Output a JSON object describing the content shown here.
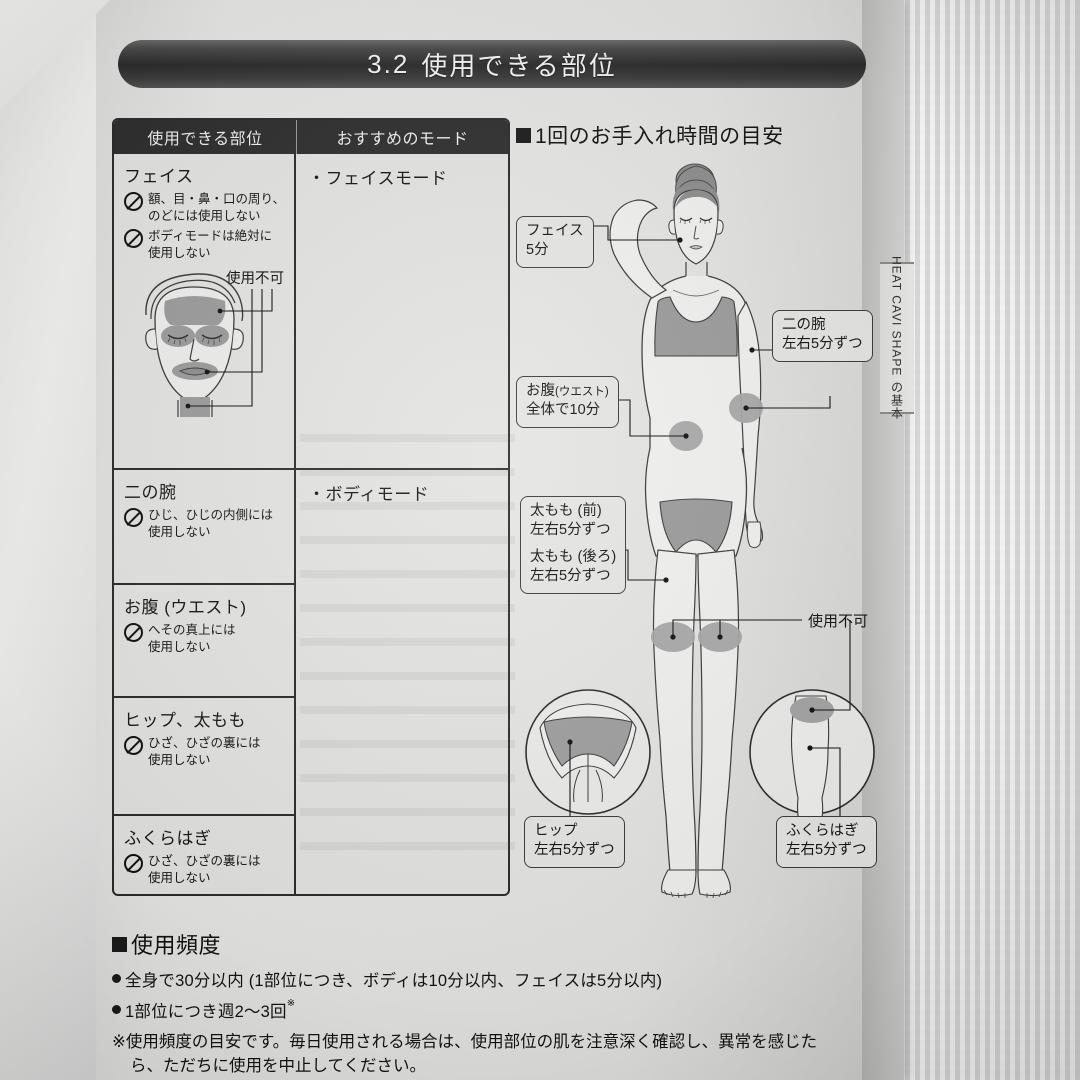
{
  "section": {
    "number": "3.2",
    "title": "使用できる部位"
  },
  "table": {
    "headers": {
      "parts": "使用できる部位",
      "mode": "おすすめのモード"
    },
    "rows": [
      {
        "part": "フェイス",
        "notes": [
          "額、目・鼻・口の周り、\nのどには使用しない",
          "ボディモードは絶対に\n使用しない"
        ],
        "figure_label": "使用不可"
      },
      {
        "part": "二の腕",
        "notes": [
          "ひじ、ひじの内側には\n使用しない"
        ]
      },
      {
        "part": "お腹 (ウエスト)",
        "notes": [
          "へその真上には\n使用しない"
        ]
      },
      {
        "part": "ヒップ、太もも",
        "notes": [
          "ひざ、ひざの裏には\n使用しない"
        ]
      },
      {
        "part": "ふくらはぎ",
        "notes": [
          "ひざ、ひざの裏には\n使用しない"
        ]
      }
    ],
    "modes": {
      "face": "・フェイスモード",
      "body": "・ボディモード"
    }
  },
  "diagram": {
    "heading": "1回のお手入れ時間の目安",
    "callouts": [
      {
        "part": "フェイス",
        "time": "5分"
      },
      {
        "part": "二の腕",
        "time": "左右5分ずつ"
      },
      {
        "part": "お腹",
        "part_sub": "(ウエスト)",
        "time": "全体で10分"
      },
      {
        "part": "太もも (前)",
        "time": "左右5分ずつ"
      },
      {
        "part": "太もも (後ろ)",
        "time": "左右5分ずつ"
      },
      {
        "part": "ヒップ",
        "time": "左右5分ずつ"
      },
      {
        "part": "ふくらはぎ",
        "time": "左右5分ずつ"
      }
    ],
    "prohibited_label": "使用不可"
  },
  "side_tab": {
    "label": "HEAT CAVI SHAPE の基本"
  },
  "frequency": {
    "heading": "使用頻度",
    "items": [
      "全身で30分以内 (1部位につき、ボディは10分以内、フェイスは5分以内)",
      "1部位につき週2～3回"
    ],
    "item2_mark": "※",
    "footnote_lead": "※使用頻度の目安です。毎日使用される場合は、使用部位の肌を注意深く確認し、異常を感じた",
    "footnote_cont": "ら、ただちに使用を中止してください。"
  },
  "colors": {
    "banner_dark": "#2c2c2c",
    "page": "#e4e4e2",
    "ink": "#161616",
    "skin_shade": "#9a9a9a"
  }
}
